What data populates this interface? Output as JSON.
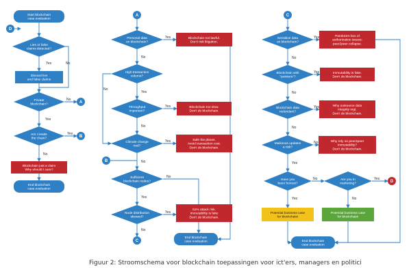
{
  "colors": {
    "process": "#2f7fc4",
    "stop": "#c0282d",
    "warn": "#f2c21b",
    "ok": "#5aa63a",
    "line": "#2f7fc4",
    "text_light": "#ffffff",
    "text_dark": "#1b1b1b"
  },
  "nodes": [
    {
      "id": "start",
      "shape": "rrect",
      "fill": "process",
      "lines": [
        "Start blockchain",
        "case evaluation"
      ]
    },
    {
      "id": "q_lies",
      "shape": "diamond",
      "fill": "process",
      "lines": [
        "Lies or false",
        "claims detected?"
      ]
    },
    {
      "id": "discard",
      "shape": "rect",
      "fill": "process",
      "lines": [
        "Discard lies",
        "and false claims"
      ]
    },
    {
      "id": "q_private",
      "shape": "diamond",
      "fill": "process",
      "lines": [
        "Private",
        "blockchain?"
      ]
    },
    {
      "id": "q_chain",
      "shape": "diamond",
      "fill": "process",
      "lines": [
        "Am I inside",
        "the chain?"
      ]
    },
    {
      "id": "claim",
      "shape": "rect",
      "fill": "stop",
      "lines": [
        "Blockchain just a claim",
        "Why should I care?"
      ]
    },
    {
      "id": "end1",
      "shape": "rrect",
      "fill": "process",
      "lines": [
        "End blockchain",
        "case evaluation"
      ]
    },
    {
      "id": "q_personal",
      "shape": "diamond",
      "fill": "process",
      "lines": [
        "Personal data",
        "on blockchain?"
      ]
    },
    {
      "id": "lawful",
      "shape": "rect",
      "fill": "stop",
      "lines": [
        "Blockchain not lawful.",
        "Don't risk litigation."
      ]
    },
    {
      "id": "q_hightx",
      "shape": "diamond",
      "fill": "process",
      "lines": [
        "High transaction",
        "volume?"
      ]
    },
    {
      "id": "q_throughput",
      "shape": "diamond",
      "fill": "process",
      "lines": [
        "Throughput",
        "important?"
      ]
    },
    {
      "id": "slow",
      "shape": "rect",
      "fill": "stop",
      "lines": [
        "Blockchain too slow.",
        "Don't do blockchain."
      ]
    },
    {
      "id": "q_climate",
      "shape": "diamond",
      "fill": "process",
      "lines": [
        "Climate change",
        "real?"
      ]
    },
    {
      "id": "planet",
      "shape": "rect",
      "fill": "stop",
      "lines": [
        "Safe the planet.",
        "Avoid transaction cost.",
        "Don't do blockchain."
      ]
    },
    {
      "id": "q_nodes",
      "shape": "diamond",
      "fill": "process",
      "lines": [
        "Sufficient",
        "blockchain nodes?"
      ]
    },
    {
      "id": "q_skewed",
      "shape": "diamond",
      "fill": "process",
      "lines": [
        "Node distribution",
        "skewed?"
      ]
    },
    {
      "id": "attack",
      "shape": "rect",
      "fill": "stop",
      "lines": [
        "51% attack risk.",
        "Immutability is fake",
        "Don't do blockchain."
      ]
    },
    {
      "id": "end2",
      "shape": "rrect",
      "fill": "process",
      "lines": [
        "End blockchain",
        "case evaluation"
      ]
    },
    {
      "id": "q_sensitive",
      "shape": "diamond",
      "fill": "process",
      "lines": [
        "Sensitive data",
        "on blockchain?"
      ]
    },
    {
      "id": "pandora",
      "shape": "rect",
      "fill": "stop",
      "lines": [
        "Pandora's box of",
        "authorization issues:",
        "peer2peer collapse."
      ]
    },
    {
      "id": "q_pointers",
      "shape": "diamond",
      "fill": "process",
      "lines": [
        "Blockchain with",
        "\"pointers\"?"
      ]
    },
    {
      "id": "immut",
      "shape": "rect",
      "fill": "stop",
      "lines": [
        "Immutability is fake.",
        "Don't do blockchain."
      ]
    },
    {
      "id": "q_redundant",
      "shape": "diamond",
      "fill": "process",
      "lines": [
        "Blockchain data",
        "redundant?"
      ]
    },
    {
      "id": "outsource",
      "shape": "rect",
      "fill": "stop",
      "lines": [
        "Why outsource data",
        "integrity mgt.",
        "Don't do blockchain."
      ]
    },
    {
      "id": "q_malicious",
      "shape": "diamond",
      "fill": "process",
      "lines": [
        "Malicious updates",
        "a risk?"
      ]
    },
    {
      "id": "peer",
      "shape": "rect",
      "fill": "stop",
      "lines": [
        "Why rely on peer2peer",
        "immutability?",
        "Don't do blockchain."
      ]
    },
    {
      "id": "q_honest",
      "shape": "diamond",
      "fill": "process",
      "lines": [
        "Have you",
        "been honest?"
      ]
    },
    {
      "id": "q_marketing",
      "shape": "diamond",
      "fill": "process",
      "lines": [
        "Are you in",
        "marketing?"
      ]
    },
    {
      "id": "pbc_yellow",
      "shape": "rect",
      "fill": "warn",
      "lines": [
        "Potential business case",
        "for blockchain!"
      ]
    },
    {
      "id": "pbc_green",
      "shape": "rect",
      "fill": "ok",
      "lines": [
        "Potential business case",
        "for blockchain!"
      ]
    },
    {
      "id": "end3",
      "shape": "rrect",
      "fill": "process",
      "lines": [
        "End blockchain",
        "case evaluation"
      ]
    },
    {
      "id": "c_A1",
      "shape": "circle",
      "fill": "process",
      "lines": [
        "A"
      ]
    },
    {
      "id": "c_B1",
      "shape": "circle",
      "fill": "process",
      "lines": [
        "B"
      ]
    },
    {
      "id": "c_D1",
      "shape": "circle",
      "fill": "process",
      "lines": [
        "D"
      ]
    },
    {
      "id": "c_A2",
      "shape": "circle",
      "fill": "process",
      "lines": [
        "A"
      ]
    },
    {
      "id": "c_B2",
      "shape": "circle",
      "fill": "process",
      "lines": [
        "B"
      ]
    },
    {
      "id": "c_C1",
      "shape": "circle",
      "fill": "process",
      "lines": [
        "C"
      ]
    },
    {
      "id": "c_C2",
      "shape": "circle",
      "fill": "process",
      "lines": [
        "C"
      ]
    },
    {
      "id": "c_D2",
      "shape": "circle",
      "fill": "stop",
      "lines": [
        "D"
      ]
    }
  ],
  "edges": [
    {
      "id": "e_d1_start",
      "label": ""
    },
    {
      "id": "e_start_lies",
      "label": ""
    },
    {
      "id": "e_lies_discard",
      "label": "Yes"
    },
    {
      "id": "e_lies_no",
      "label": "No"
    },
    {
      "id": "e_discard_private",
      "label": ""
    },
    {
      "id": "e_private_A",
      "label": "No"
    },
    {
      "id": "e_private_chain",
      "label": "Yes"
    },
    {
      "id": "e_chain_B",
      "label": "Yes"
    },
    {
      "id": "e_chain_claim",
      "label": "No"
    },
    {
      "id": "e_claim_end1",
      "label": ""
    },
    {
      "id": "e_A_personal",
      "label": ""
    },
    {
      "id": "e_personal_lawful",
      "label": "Yes"
    },
    {
      "id": "e_personal_hightx",
      "label": "No"
    },
    {
      "id": "e_hightx_throughput",
      "label": "Yes"
    },
    {
      "id": "e_hightx_climate",
      "label": "No"
    },
    {
      "id": "e_throughput_slow",
      "label": "Yes"
    },
    {
      "id": "e_throughput_climate",
      "label": "No"
    },
    {
      "id": "e_climate_planet",
      "label": "Yes"
    },
    {
      "id": "e_climate_nodes",
      "label": "No"
    },
    {
      "id": "e_B_nodes",
      "label": ""
    },
    {
      "id": "e_nodes_end2",
      "label": "No"
    },
    {
      "id": "e_nodes_skewed",
      "label": "Yes"
    },
    {
      "id": "e_skewed_attack",
      "label": "Yes"
    },
    {
      "id": "e_skewed_C",
      "label": "No"
    },
    {
      "id": "e_lawful_end2",
      "label": ""
    },
    {
      "id": "e_C_sensitive",
      "label": ""
    },
    {
      "id": "e_sensitive_pandora",
      "label": "Yes"
    },
    {
      "id": "e_sensitive_pointers",
      "label": "No"
    },
    {
      "id": "e_pointers_immut",
      "label": "Yes"
    },
    {
      "id": "e_pointers_redundant",
      "label": "No"
    },
    {
      "id": "e_redundant_outsource",
      "label": "Yes"
    },
    {
      "id": "e_redundant_malicious",
      "label": "No"
    },
    {
      "id": "e_malicious_peer",
      "label": "No"
    },
    {
      "id": "e_malicious_honest",
      "label": "Yes"
    },
    {
      "id": "e_honest_marketing",
      "label": "No"
    },
    {
      "id": "e_honest_yellow",
      "label": "Yes"
    },
    {
      "id": "e_marketing_D",
      "label": "Yes"
    },
    {
      "id": "e_marketing_green",
      "label": "No"
    },
    {
      "id": "e_yellow_end3",
      "label": ""
    },
    {
      "id": "e_green_end3",
      "label": ""
    },
    {
      "id": "e_pandora_end3",
      "label": ""
    }
  ],
  "caption": "Figuur 2: Stroomschema voor blockchain toepassingen voor ict'ers, managers en politici"
}
